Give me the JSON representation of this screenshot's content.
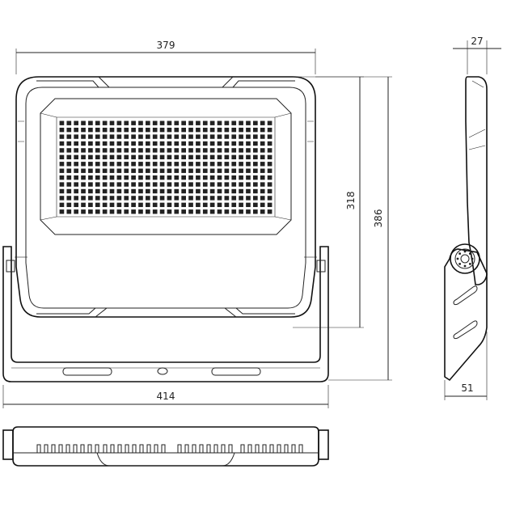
{
  "drawing": {
    "dimensions": {
      "top_width": "379",
      "side_thickness": "27",
      "panel_height": "318",
      "overall_height": "386",
      "overall_width": "414",
      "bracket_depth": "51"
    },
    "led_grid": {
      "columns": 30,
      "rows": 14
    }
  }
}
